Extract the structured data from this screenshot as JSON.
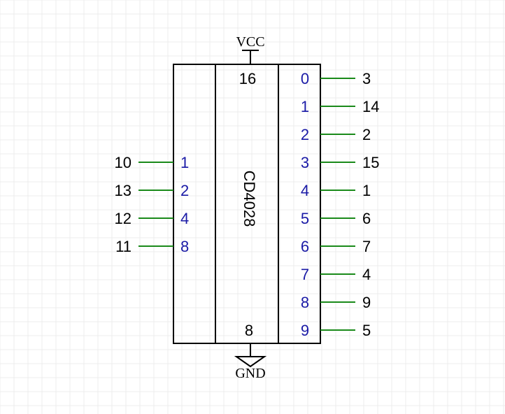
{
  "chip": {
    "name": "CD4028",
    "vcc_label": "VCC",
    "gnd_label": "GND",
    "vcc_pin": "16",
    "gnd_pin": "8"
  },
  "colors": {
    "grid": "#ececec",
    "wire": "#1a8a1a",
    "pin_label": "#1a1aa6",
    "text": "#000000",
    "body": "#000000"
  },
  "inputs": [
    {
      "pin": "10",
      "label": "1"
    },
    {
      "pin": "13",
      "label": "2"
    },
    {
      "pin": "12",
      "label": "4"
    },
    {
      "pin": "11",
      "label": "8"
    }
  ],
  "outputs": [
    {
      "label": "0",
      "pin": "3"
    },
    {
      "label": "1",
      "pin": "14"
    },
    {
      "label": "2",
      "pin": "2"
    },
    {
      "label": "3",
      "pin": "15"
    },
    {
      "label": "4",
      "pin": "1"
    },
    {
      "label": "5",
      "pin": "6"
    },
    {
      "label": "6",
      "pin": "7"
    },
    {
      "label": "7",
      "pin": "4"
    },
    {
      "label": "8",
      "pin": "9"
    },
    {
      "label": "9",
      "pin": "5"
    }
  ]
}
